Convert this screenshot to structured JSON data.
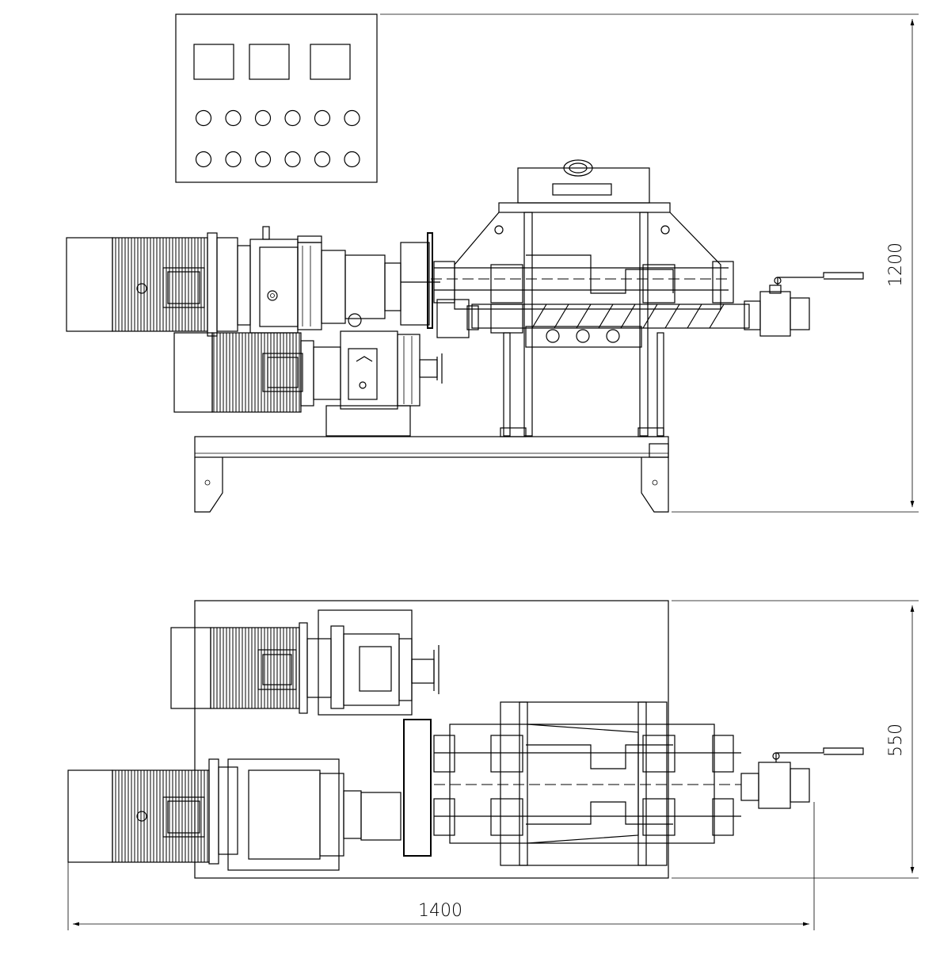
{
  "drawing": {
    "dimensions": {
      "height": "1200",
      "depth": "550",
      "length": "1400"
    },
    "control_panel": {
      "display_count": 3,
      "buttons_per_row": 6,
      "button_rows": 2
    },
    "line_color": "#000000",
    "background": "#ffffff"
  }
}
